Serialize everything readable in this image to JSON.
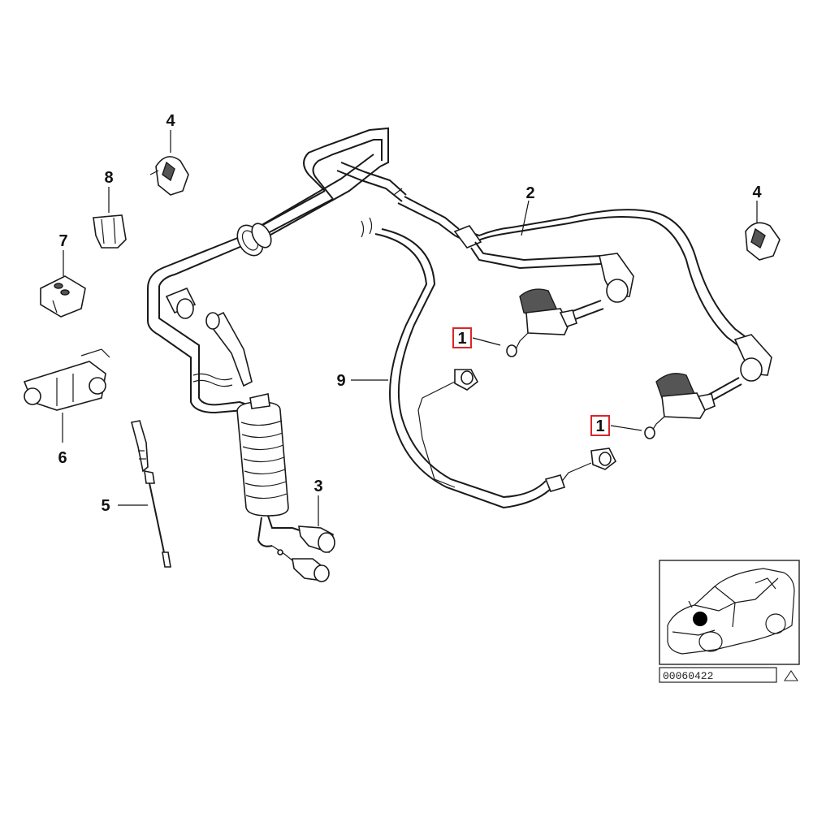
{
  "callouts": {
    "c1a": "1",
    "c1b": "1",
    "c2": "2",
    "c3": "3",
    "c4a": "4",
    "c4b": "4",
    "c5": "5",
    "c6": "6",
    "c7": "7",
    "c8": "8",
    "c9": "9"
  },
  "inset": {
    "reference_number": "00060422"
  },
  "colors": {
    "highlight_box": "#d9262b",
    "line": "#1a1a1a"
  }
}
